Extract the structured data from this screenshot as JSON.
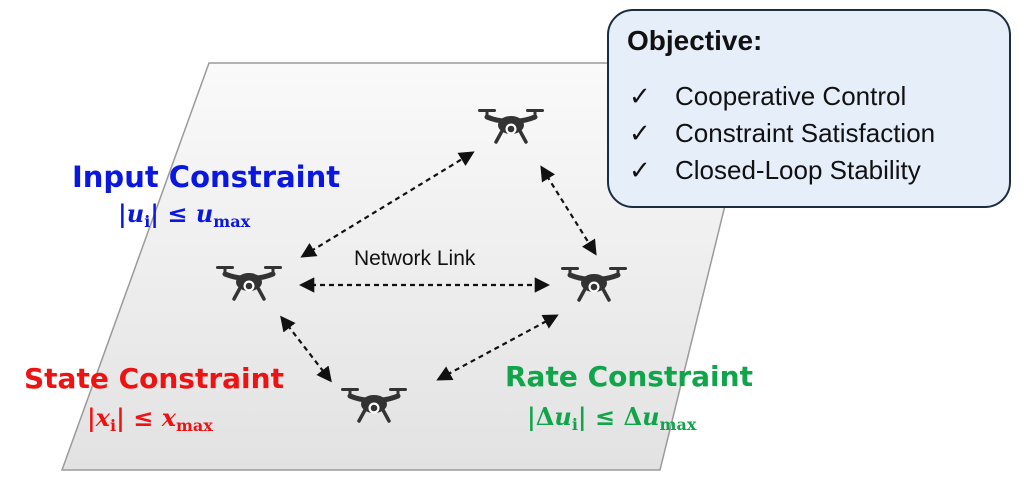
{
  "input_constraint": {
    "title": "Input Constraint",
    "equation": "|u_i| ≤ u_max"
  },
  "state_constraint": {
    "title": "State Constraint",
    "equation": "|x_i| ≤ x_max"
  },
  "rate_constraint": {
    "title": "Rate Constraint",
    "equation": "|Δu_i| ≤ Δu_max"
  },
  "network_link_label": "Network Link",
  "objective": {
    "title": "Objective:",
    "check_glyph": "✓",
    "items": [
      "Cooperative Control",
      "Constraint Satisfaction",
      "Closed-Loop Stability"
    ]
  },
  "colors": {
    "input": "#0a17e0",
    "state": "#ee1313",
    "rate": "#10a54a",
    "drone": "#333333",
    "box_fill": "#e6eefa",
    "plane_fill": "#ececec"
  },
  "icons": {
    "drone": "quadcopter-drone-icon"
  }
}
